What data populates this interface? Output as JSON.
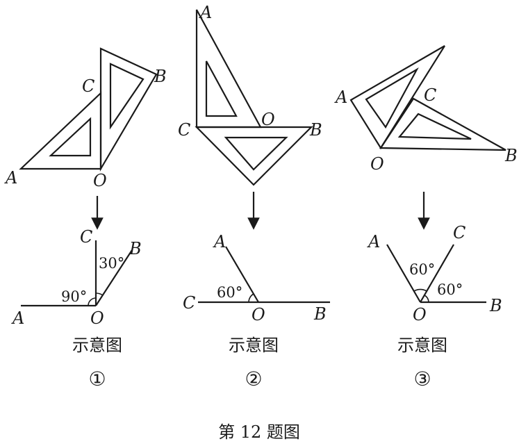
{
  "panels": [
    {
      "top_labels": [
        "A",
        "B",
        "C",
        "O"
      ],
      "diagram_labels": [
        "A",
        "B",
        "C",
        "O"
      ],
      "angles": [
        "90°",
        "30°"
      ],
      "caption": "示意图",
      "number": "①"
    },
    {
      "top_labels": [
        "A",
        "B",
        "C",
        "O"
      ],
      "diagram_labels": [
        "A",
        "B",
        "C",
        "O"
      ],
      "angles": [
        "60°"
      ],
      "caption": "示意图",
      "number": "②"
    },
    {
      "top_labels": [
        "A",
        "B",
        "C",
        "O"
      ],
      "diagram_labels": [
        "A",
        "B",
        "C",
        "O"
      ],
      "angles": [
        "60°",
        "60°"
      ],
      "caption": "示意图",
      "number": "③"
    }
  ],
  "figure_title": "第 12 题图"
}
